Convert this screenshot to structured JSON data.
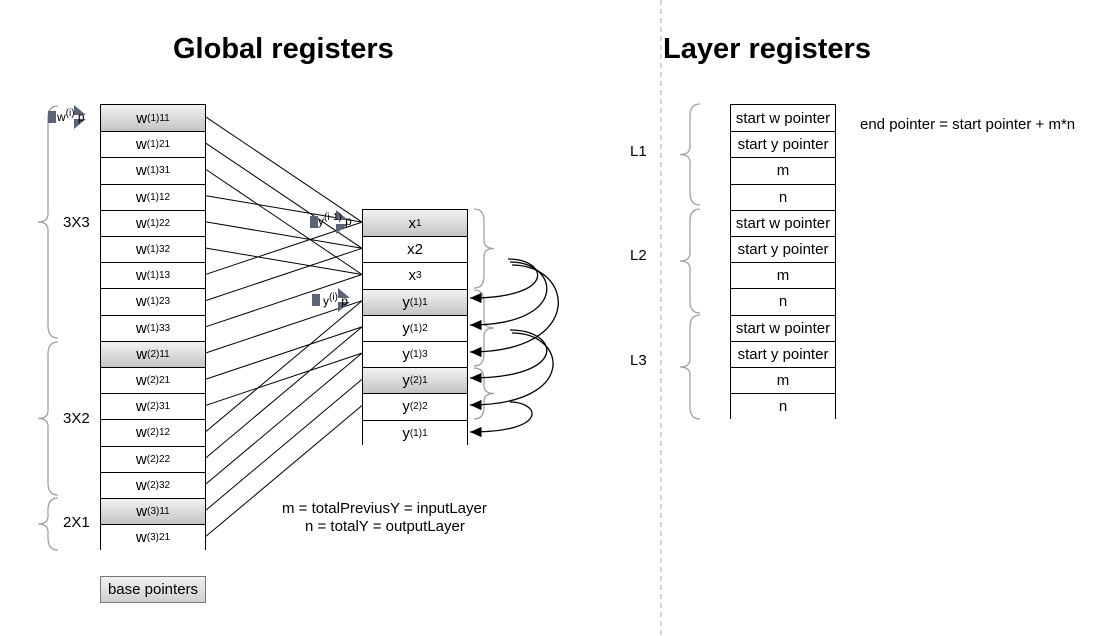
{
  "global": {
    "title": "Global registers",
    "w_cells": [
      {
        "label": "w(1)11",
        "base": "w",
        "sup": "(1)",
        "sub": "11",
        "highlight": true
      },
      {
        "label": "w(1)21",
        "base": "w",
        "sup": "(1)",
        "sub": "21",
        "highlight": false
      },
      {
        "label": "w(1)31",
        "base": "w",
        "sup": "(1)",
        "sub": "31",
        "highlight": false
      },
      {
        "label": "w(1)12",
        "base": "w",
        "sup": "(1)",
        "sub": "12",
        "highlight": false
      },
      {
        "label": "w(1)22",
        "base": "w",
        "sup": "(1)",
        "sub": "22",
        "highlight": false
      },
      {
        "label": "w(1)32",
        "base": "w",
        "sup": "(1)",
        "sub": "32",
        "highlight": false
      },
      {
        "label": "w(1)13",
        "base": "w",
        "sup": "(1)",
        "sub": "13",
        "highlight": false
      },
      {
        "label": "w(1)23",
        "base": "w",
        "sup": "(1)",
        "sub": "23",
        "highlight": false
      },
      {
        "label": "w(1)33",
        "base": "w",
        "sup": "(1)",
        "sub": "33",
        "highlight": false
      },
      {
        "label": "w(2)11",
        "base": "w",
        "sup": "(2)",
        "sub": "11",
        "highlight": true
      },
      {
        "label": "w(2)21",
        "base": "w",
        "sup": "(2)",
        "sub": "21",
        "highlight": false
      },
      {
        "label": "w(2)31",
        "base": "w",
        "sup": "(2)",
        "sub": "31",
        "highlight": false
      },
      {
        "label": "w(2)12",
        "base": "w",
        "sup": "(2)",
        "sub": "12",
        "highlight": false
      },
      {
        "label": "w(2)22",
        "base": "w",
        "sup": "(2)",
        "sub": "22",
        "highlight": false
      },
      {
        "label": "w(2)32",
        "base": "w",
        "sup": "(2)",
        "sub": "32",
        "highlight": false
      },
      {
        "label": "w(3)11",
        "base": "w",
        "sup": "(3)",
        "sub": "11",
        "highlight": true
      },
      {
        "label": "w(3)21",
        "base": "w",
        "sup": "(3)",
        "sub": "21",
        "highlight": false
      }
    ],
    "xy_cells": [
      {
        "label": "x1",
        "base": "x",
        "sup": "",
        "sub": "1",
        "highlight": true
      },
      {
        "label": "x2",
        "base": "x2",
        "sup": "",
        "sub": "",
        "highlight": false
      },
      {
        "label": "x3",
        "base": "x",
        "sup": "",
        "sub": "3",
        "highlight": false
      },
      {
        "label": "y(1)1",
        "base": "y",
        "sup": "(1)",
        "sub": "1",
        "highlight": true
      },
      {
        "label": "y(1)2",
        "base": "y",
        "sup": "(1)",
        "sub": "2",
        "highlight": false
      },
      {
        "label": "y(1)3",
        "base": "y",
        "sup": "(1)",
        "sub": "3",
        "highlight": false
      },
      {
        "label": "y(2)1",
        "base": "y",
        "sup": "(2)",
        "sub": "1",
        "highlight": true
      },
      {
        "label": "y(2)2",
        "base": "y",
        "sup": "(2)",
        "sub": "2",
        "highlight": false
      },
      {
        "label": "y(1)1",
        "base": "y",
        "sup": "(1)",
        "sub": "1",
        "highlight": false
      }
    ],
    "groups": [
      "3X3",
      "3X2",
      "2X1"
    ],
    "pointers": {
      "w": {
        "base": "w",
        "sup": "(i)",
        "tail": "p"
      },
      "y_prev": {
        "base": "y",
        "sup": "(i-1)",
        "tail": "p"
      },
      "y": {
        "base": "y",
        "sup": "(i)",
        "tail": "p"
      }
    },
    "note_m": "m = totalPreviusY = inputLayer",
    "note_n": "n = totalY = outputLayer",
    "base_pointers_button": "base pointers"
  },
  "layer": {
    "title": "Layer registers",
    "layers": [
      {
        "name": "L1",
        "cells": [
          "start w pointer",
          "start y pointer",
          "m",
          "n"
        ]
      },
      {
        "name": "L2",
        "cells": [
          "start w pointer",
          "start y pointer",
          "m",
          "n"
        ]
      },
      {
        "name": "L3",
        "cells": [
          "start w pointer",
          "start y pointer",
          "m",
          "n"
        ]
      }
    ],
    "end_pointer_note": "end pointer = start pointer + m*n"
  },
  "colors": {
    "marker": "#5a6478",
    "divider": "#c8c8c8",
    "brace": "#a0a0a0"
  }
}
